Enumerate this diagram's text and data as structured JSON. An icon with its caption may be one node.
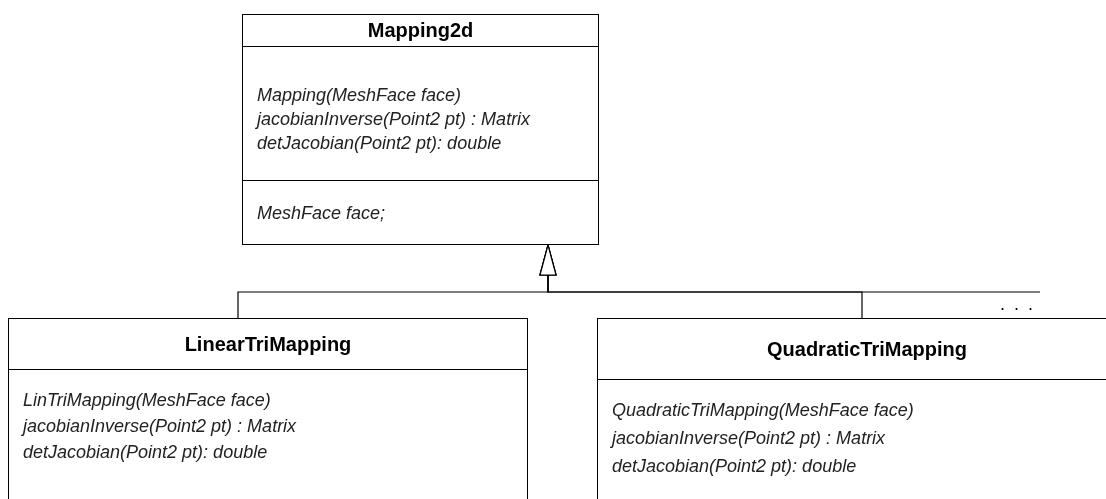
{
  "diagram": {
    "nodes": [
      {
        "text": [
          "Mapping2d",
          "Mapping(MeshFace face)",
          "jacobianInverse(Point2 pt) : Matrix",
          "detJacobian(Point2 pt): double",
          "MeshFace face;"
        ]
      },
      {
        "text": [
          "LinearTriMapping",
          "LinTriMapping(MeshFace face)",
          "jacobianInverse(Point2 pt) : Matrix",
          "detJacobian(Point2 pt): double"
        ]
      },
      {
        "text": [
          "QuadraticTriMapping",
          "QuadraticTriMapping(MeshFace face)",
          "jacobianInverse(Point2 pt) : Matrix",
          "detJacobian(Point2 pt): double"
        ]
      }
    ],
    "edges": [
      {
        "from": 1,
        "to": 0,
        "arrow": "to"
      },
      {
        "from": 2,
        "to": 0,
        "arrow": "to"
      },
      {
        "from": null,
        "to": 0,
        "arrow": "to"
      }
    ],
    "labels": [
      ". . ."
    ]
  }
}
